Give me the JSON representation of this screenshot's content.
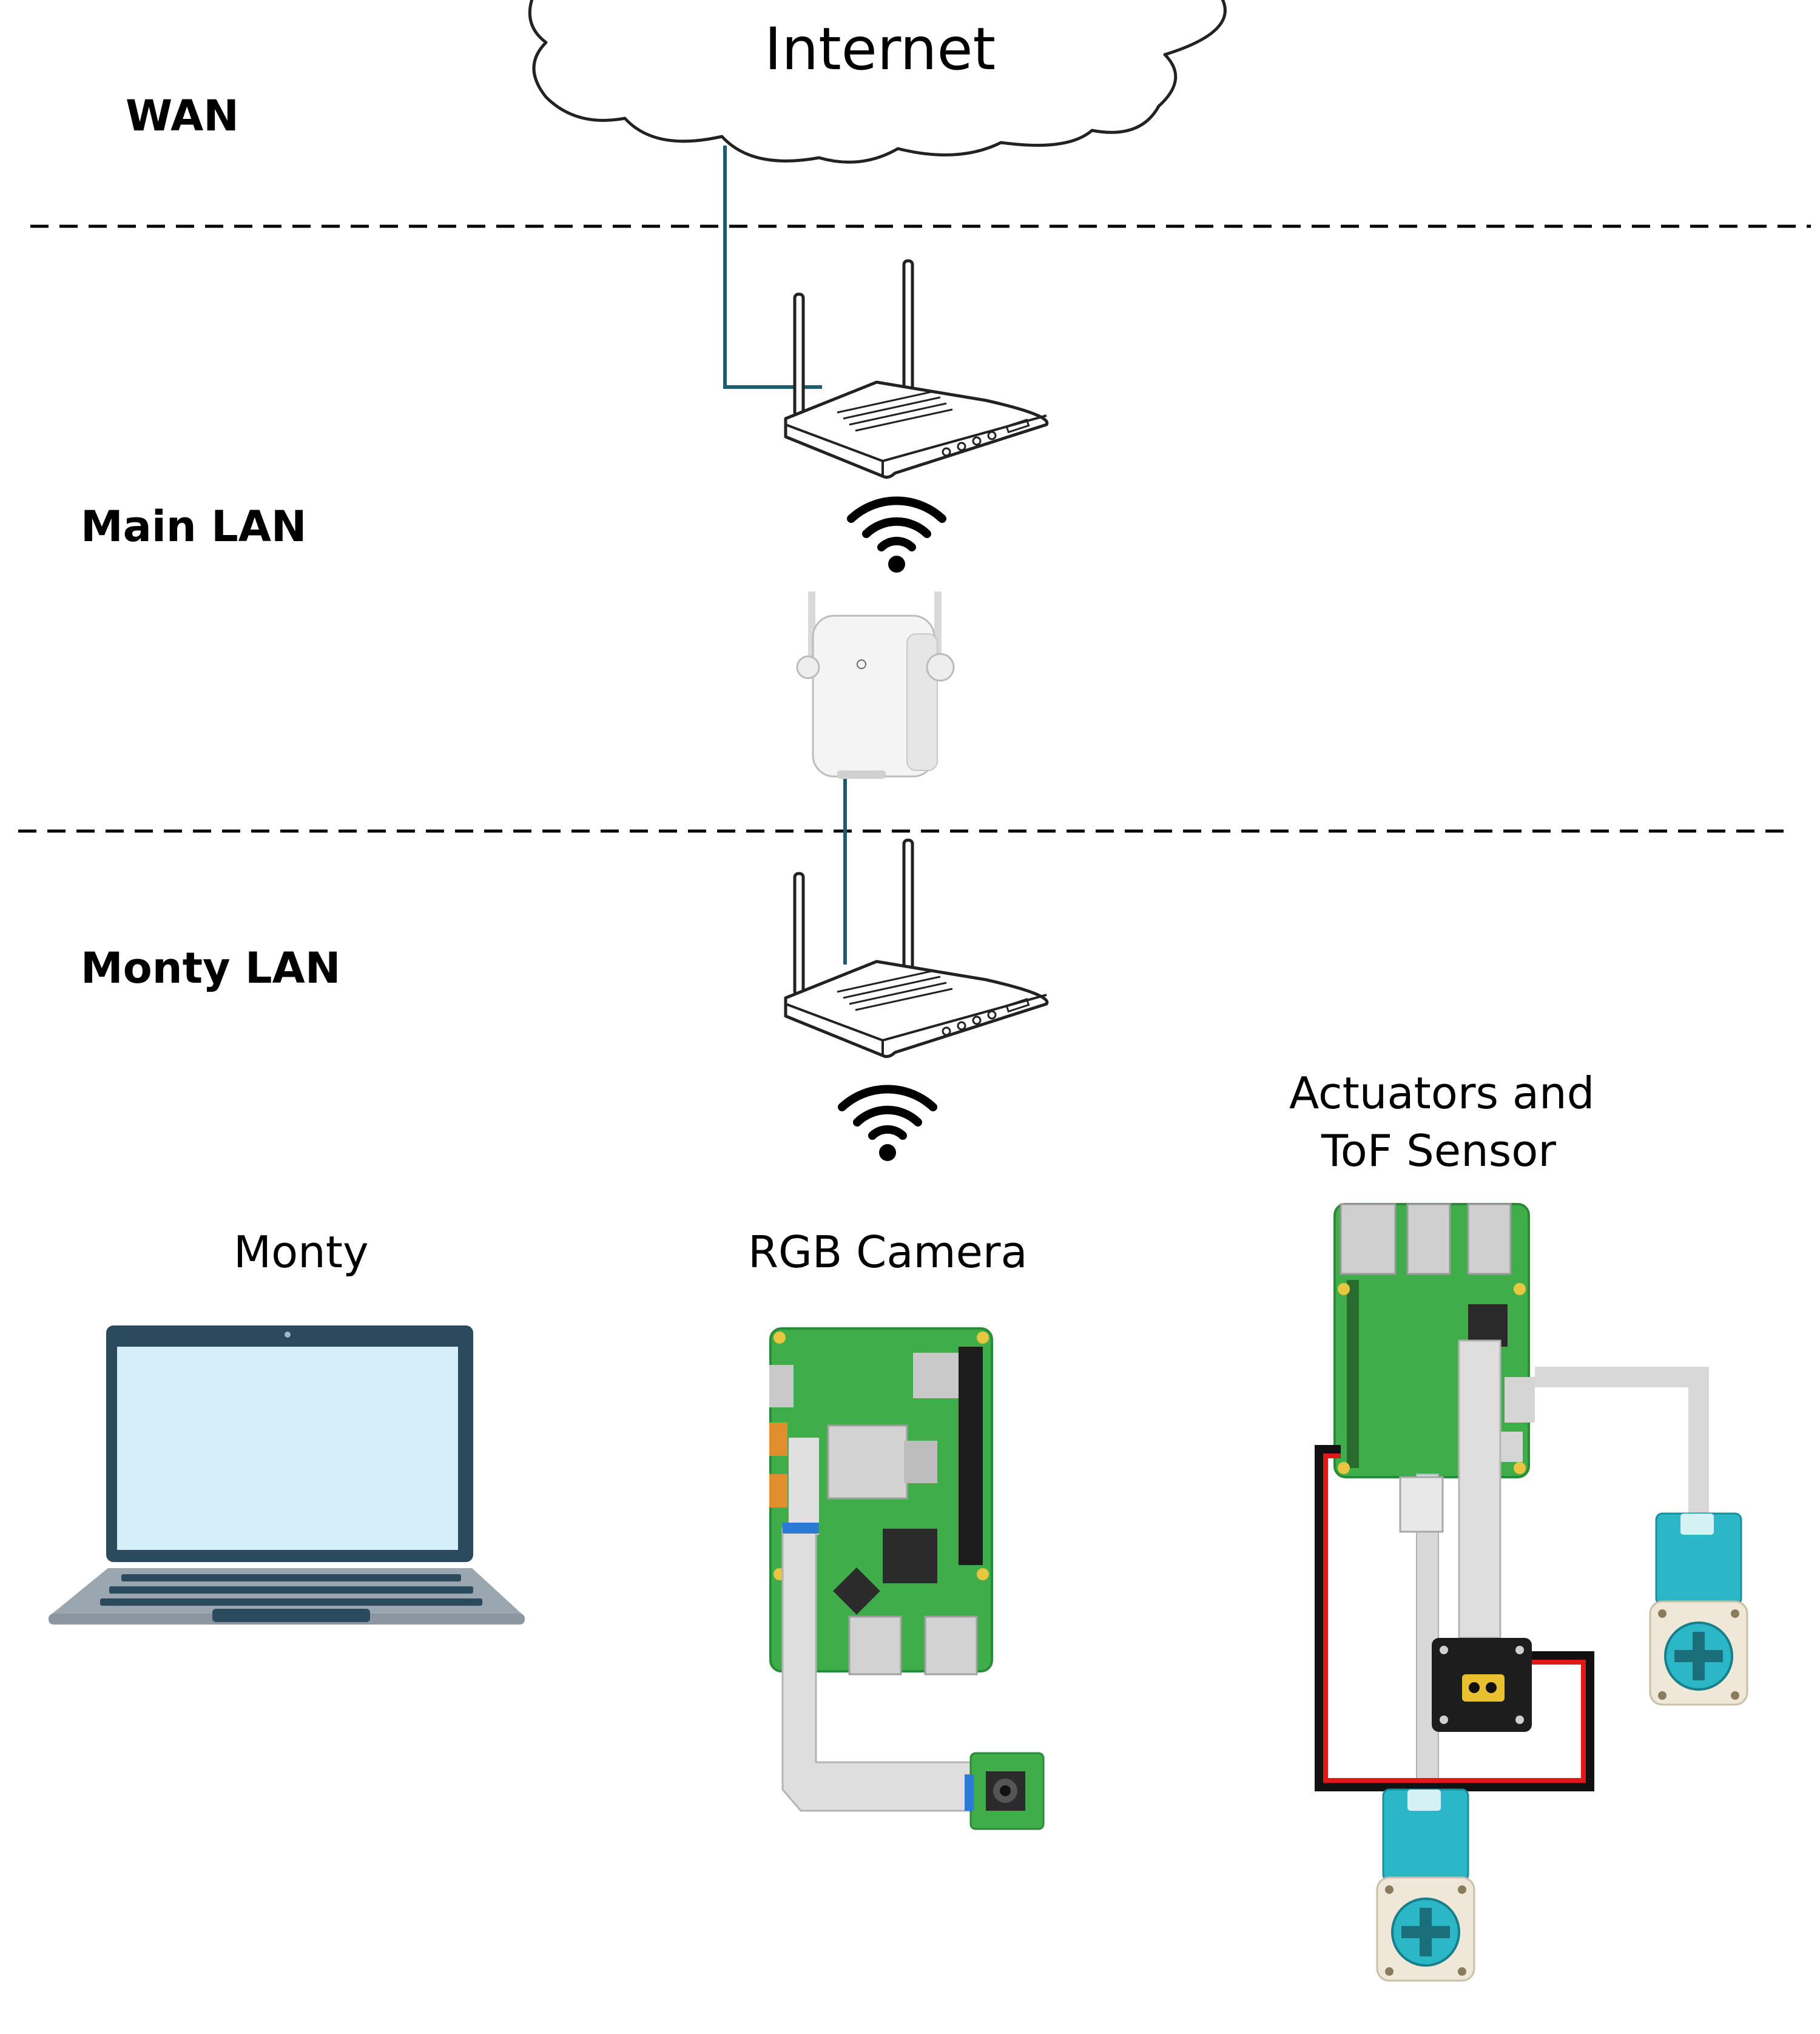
{
  "zones": {
    "wan": "WAN",
    "main_lan": "Main LAN",
    "monty_lan": "Monty LAN"
  },
  "cloud": {
    "label": "Internet"
  },
  "devices": {
    "monty": "Monty",
    "rgb_camera": "RGB Camera",
    "actuators_line1": "Actuators and",
    "actuators_line2": "ToF Sensor"
  },
  "icons": {
    "cloud": "cloud-icon",
    "router": "wifi-router-icon",
    "extender": "wifi-range-extender-icon",
    "wifi": "wifi-signal-icon",
    "laptop": "laptop-icon",
    "raspberry_pi": "raspberry-pi-board-icon",
    "camera_module": "camera-module-icon",
    "tof_sensor": "tof-sensor-icon",
    "motor": "motor-icon"
  },
  "colors": {
    "cable": "#1f5a73",
    "board_green": "#3fae4a",
    "motor_teal": "#2cb7c7",
    "laptop_dark": "#2c4a5e",
    "laptop_screen": "#d6eefa",
    "power_red": "#e01818"
  }
}
